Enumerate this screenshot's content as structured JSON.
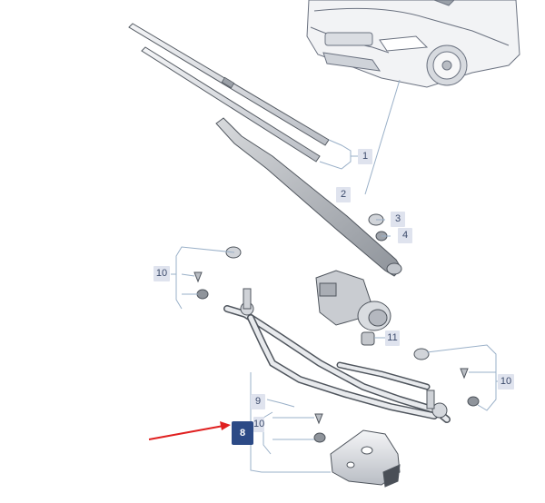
{
  "callouts": {
    "c1": "1",
    "c2": "2",
    "c3": "3",
    "c4": "4",
    "c8": "8",
    "c9": "9",
    "c10a": "10",
    "c10b": "10",
    "c10c": "10",
    "c11": "11"
  },
  "colors": {
    "active_callout": "#2c4a86",
    "callout_bg": "#dfe3ee",
    "arrow": "#e02020",
    "leader_line": "#9ab0c8"
  }
}
